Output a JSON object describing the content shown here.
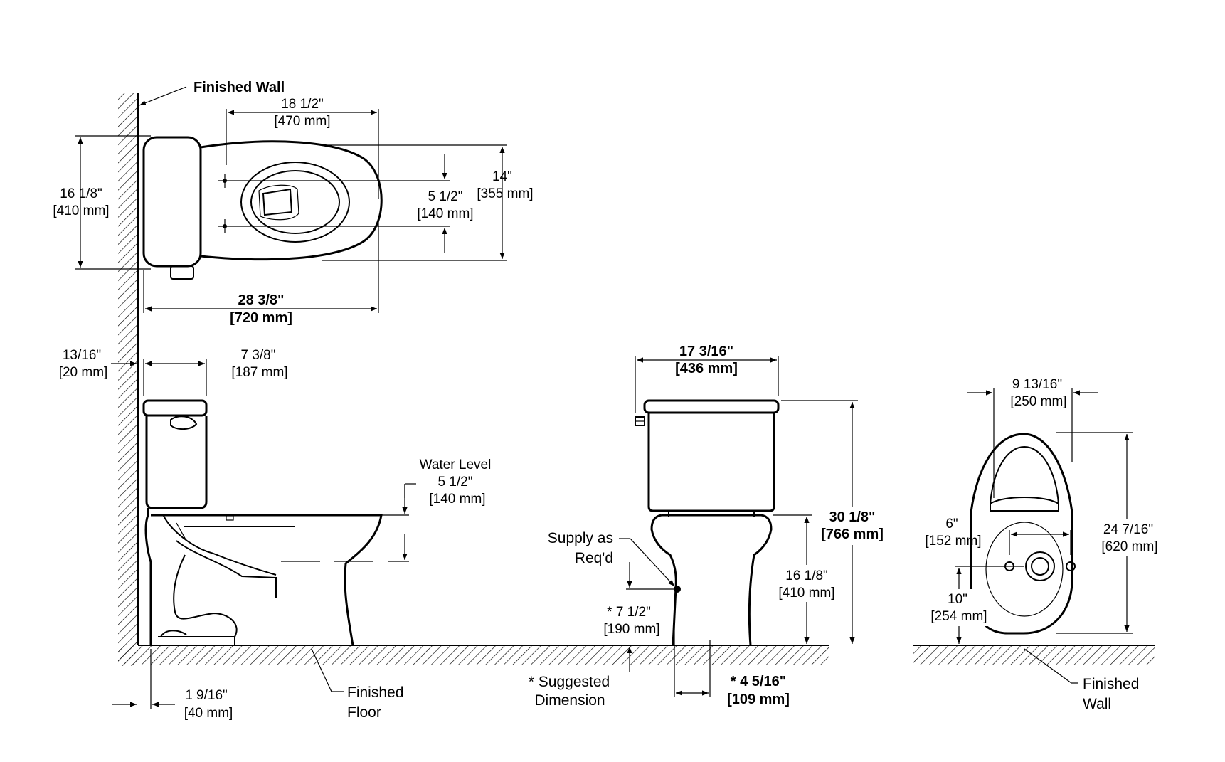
{
  "labels": {
    "finished_wall_top": "Finished Wall",
    "finished_wall_right_1": "Finished",
    "finished_wall_right_2": "Wall",
    "finished_floor_1": "Finished",
    "finished_floor_2": "Floor",
    "water_level": "Water Level",
    "supply_1": "Supply as",
    "supply_2": "Req'd",
    "suggested_1": "* Suggested",
    "suggested_2": "Dimension"
  },
  "dimensions": {
    "top_len_in": "18 1/2\"",
    "top_len_mm": "[470 mm]",
    "top_total_in": "28 3/8\"",
    "top_total_mm": "[720 mm]",
    "top_tank_h_in": "16 1/8\"",
    "top_tank_h_mm": "[410 mm]",
    "top_bolt_in": "5 1/2\"",
    "top_bolt_mm": "[140 mm]",
    "top_width_in": "14\"",
    "top_width_mm": "[355 mm]",
    "side_gap_in": "13/16\"",
    "side_gap_mm": "[20 mm]",
    "side_tank_d_in": "7 3/8\"",
    "side_tank_d_mm": "[187 mm]",
    "side_water_in": "5 1/2\"",
    "side_water_mm": "[140 mm]",
    "side_base_in": "1 9/16\"",
    "side_base_mm": "[40 mm]",
    "front_w_in": "17 3/16\"",
    "front_w_mm": "[436 mm]",
    "front_h_in": "30 1/8\"",
    "front_h_mm": "[766 mm]",
    "front_bowl_h_in": "16 1/8\"",
    "front_bowl_h_mm": "[410 mm]",
    "front_supply_h_in": "* 7 1/2\"",
    "front_supply_h_mm": "[190 mm]",
    "front_supply_off_in": "* 4 5/16\"",
    "front_supply_off_mm": "[109 mm]",
    "bottom_w_in": "9 13/16\"",
    "bottom_w_mm": "[250 mm]",
    "bottom_len_in": "24 7/16\"",
    "bottom_len_mm": "[620 mm]",
    "bottom_bolt_in": "6\"",
    "bottom_bolt_mm": "[152 mm]",
    "bottom_rough_in": "10\"",
    "bottom_rough_mm": "[254 mm]"
  }
}
